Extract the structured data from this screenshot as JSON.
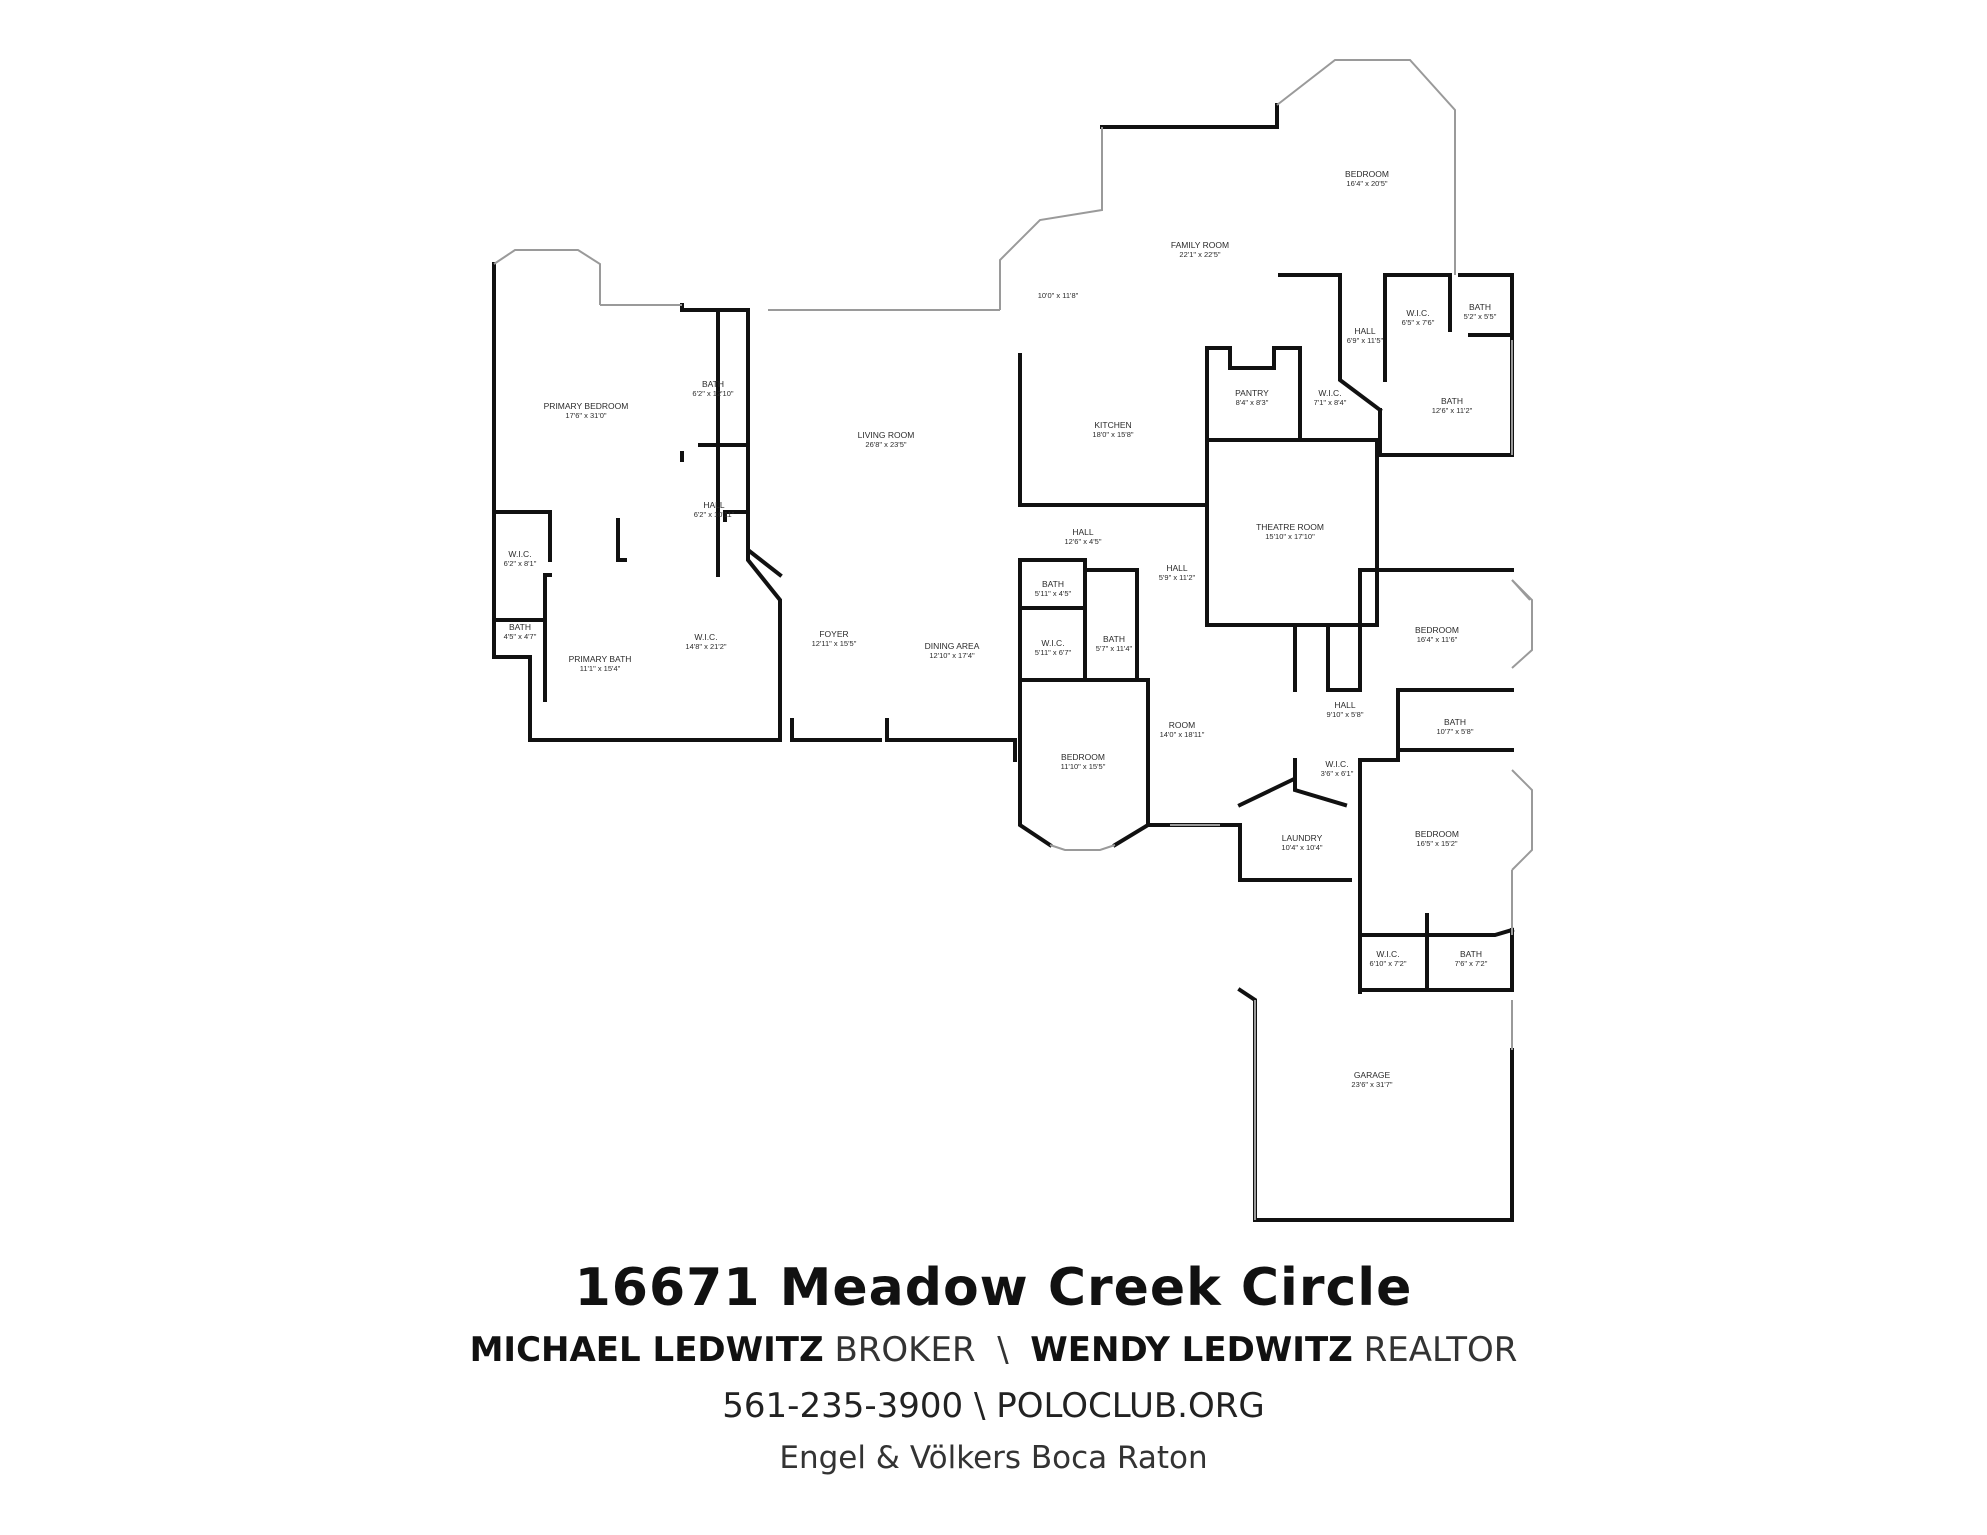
{
  "rooms": [
    {
      "name": "PRIMARY BEDROOM",
      "dim": "17'6\" x 31'0\""
    },
    {
      "name": "BATH",
      "dim": "6'2\" x 12'10\""
    },
    {
      "name": "LIVING ROOM",
      "dim": "26'8\" x 23'5\""
    },
    {
      "name": "",
      "dim": "10'0\" x 11'8\""
    },
    {
      "name": "FAMILY ROOM",
      "dim": "22'1\" x 22'5\""
    },
    {
      "name": "BEDROOM",
      "dim": "16'4\" x 20'5\""
    },
    {
      "name": "W.I.C.",
      "dim": "6'5\" x 7'6\""
    },
    {
      "name": "BATH",
      "dim": "5'2\" x 5'5\""
    },
    {
      "name": "HALL",
      "dim": "6'9\" x 11'5\""
    },
    {
      "name": "PANTRY",
      "dim": "8'4\" x 8'3\""
    },
    {
      "name": "W.I.C.",
      "dim": "7'1\" x 8'4\""
    },
    {
      "name": "BATH",
      "dim": "12'6\" x 11'2\""
    },
    {
      "name": "KITCHEN",
      "dim": "18'0\" x 15'8\""
    },
    {
      "name": "HALL",
      "dim": "6'2\" x 10'11\""
    },
    {
      "name": "HALL",
      "dim": "12'6\" x 4'5\""
    },
    {
      "name": "THEATRE ROOM",
      "dim": "15'10\" x 17'10\""
    },
    {
      "name": "W.I.C.",
      "dim": "6'2\" x 8'1\""
    },
    {
      "name": "BATH",
      "dim": "4'5\" x 4'7\""
    },
    {
      "name": "HALL",
      "dim": "5'9\" x 11'2\""
    },
    {
      "name": "BATH",
      "dim": "5'11\" x 4'5\""
    },
    {
      "name": "W.I.C.",
      "dim": "14'8\" x 21'2\""
    },
    {
      "name": "PRIMARY BATH",
      "dim": "11'1\" x 15'4\""
    },
    {
      "name": "FOYER",
      "dim": "12'11\" x 15'5\""
    },
    {
      "name": "DINING AREA",
      "dim": "12'10\" x 17'4\""
    },
    {
      "name": "W.I.C.",
      "dim": "5'11\" x 6'7\""
    },
    {
      "name": "BATH",
      "dim": "5'7\" x 11'4\""
    },
    {
      "name": "BEDROOM",
      "dim": "16'4\" x 11'6\""
    },
    {
      "name": "HALL",
      "dim": "9'10\" x 5'8\""
    },
    {
      "name": "BATH",
      "dim": "10'7\" x 5'8\""
    },
    {
      "name": "ROOM",
      "dim": "14'0\" x 18'11\""
    },
    {
      "name": "W.I.C.",
      "dim": "3'6\" x 6'1\""
    },
    {
      "name": "BEDROOM",
      "dim": "11'10\" x 15'5\""
    },
    {
      "name": "LAUNDRY",
      "dim": "10'4\" x 10'4\""
    },
    {
      "name": "BEDROOM",
      "dim": "16'5\" x 15'2\""
    },
    {
      "name": "W.I.C.",
      "dim": "6'10\" x 7'2\""
    },
    {
      "name": "BATH",
      "dim": "7'6\" x 7'2\""
    },
    {
      "name": "GARAGE",
      "dim": "23'6\" x 31'7\""
    }
  ],
  "footer": {
    "address": "16671 Meadow Creek Circle",
    "agent1_name": "MICHAEL LEDWITZ",
    "agent1_title": "BROKER",
    "separator": "\\",
    "agent2_name": "WENDY LEDWITZ",
    "agent2_title": "REALTOR",
    "contact": "561-235-3900 \\ POLOCLUB.ORG",
    "firm": "Engel & Völkers Boca Raton"
  },
  "colors": {
    "wall": "#111111",
    "window": "#9a9a9a",
    "text": "#2b2b2b",
    "background": "#ffffff"
  }
}
